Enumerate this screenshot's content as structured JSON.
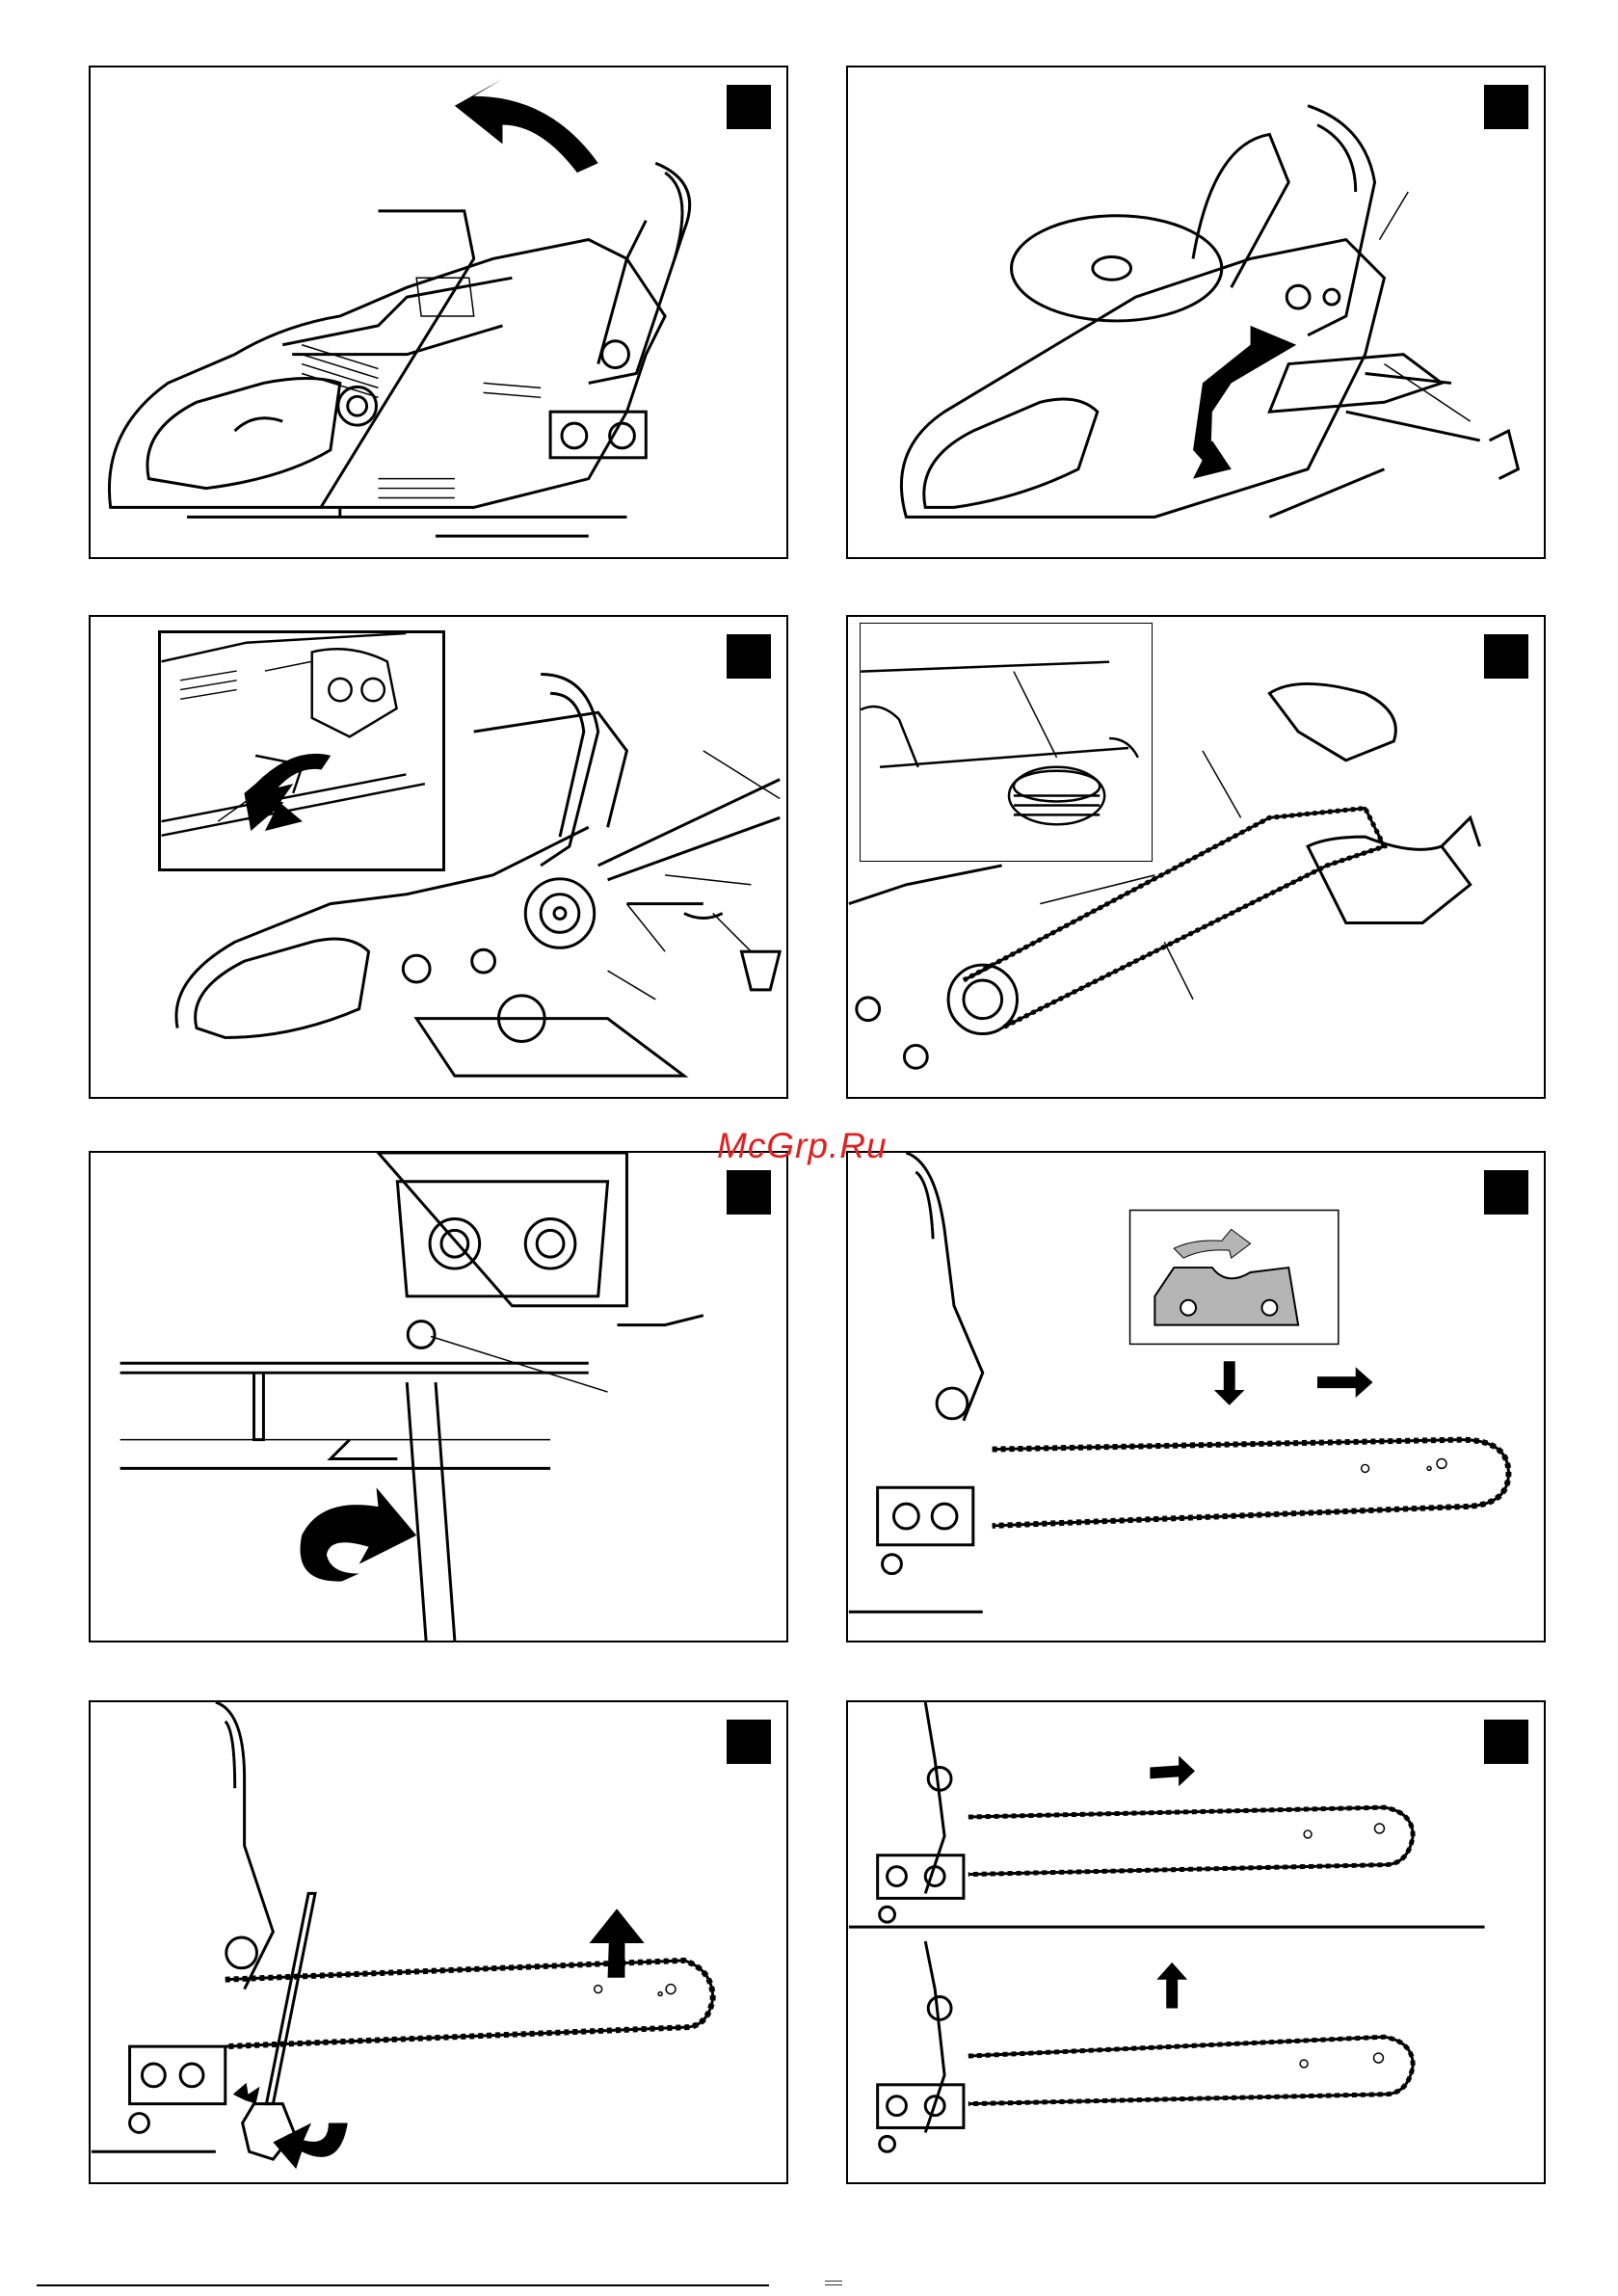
{
  "watermark": "McGrp.Ru",
  "panels": [
    {
      "name": "open-chain-brake-panel"
    },
    {
      "name": "chain-brake-engaged-panel"
    },
    {
      "name": "remove-sprocket-cover-panel"
    },
    {
      "name": "fit-chain-on-bar-panel"
    },
    {
      "name": "tension-screw-panel"
    },
    {
      "name": "chain-direction-panel"
    },
    {
      "name": "tighten-bar-nuts-panel"
    },
    {
      "name": "check-tension-panel"
    }
  ],
  "colors": {
    "line": "#000000",
    "panel_bg": "#ffffff",
    "watermark": "#e02020",
    "chain_gray": "#b5b5b5"
  }
}
